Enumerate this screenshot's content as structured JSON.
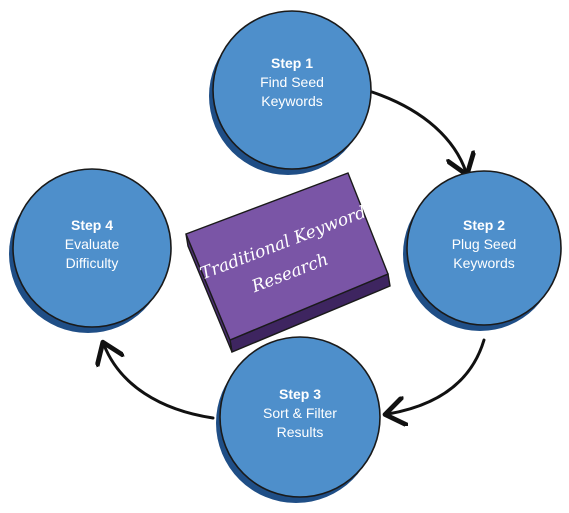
{
  "center": {
    "line1": "Traditional Keyword",
    "line2": "Research"
  },
  "steps": [
    {
      "title": "Step 1",
      "line1": "Find Seed",
      "line2": "Keywords"
    },
    {
      "title": "Step 2",
      "line1": "Plug Seed",
      "line2": "Keywords"
    },
    {
      "title": "Step 3",
      "line1": "Sort & Filter",
      "line2": "Results"
    },
    {
      "title": "Step 4",
      "line1": "Evaluate",
      "line2": "Difficulty"
    }
  ],
  "colors": {
    "circle_fill": "#4E8FCB",
    "circle_shadow": "#1F4E86",
    "outline": "#1a1a1a",
    "box_top": "#7A55A6",
    "box_side": "#4C2F73",
    "arrow": "#111111"
  }
}
